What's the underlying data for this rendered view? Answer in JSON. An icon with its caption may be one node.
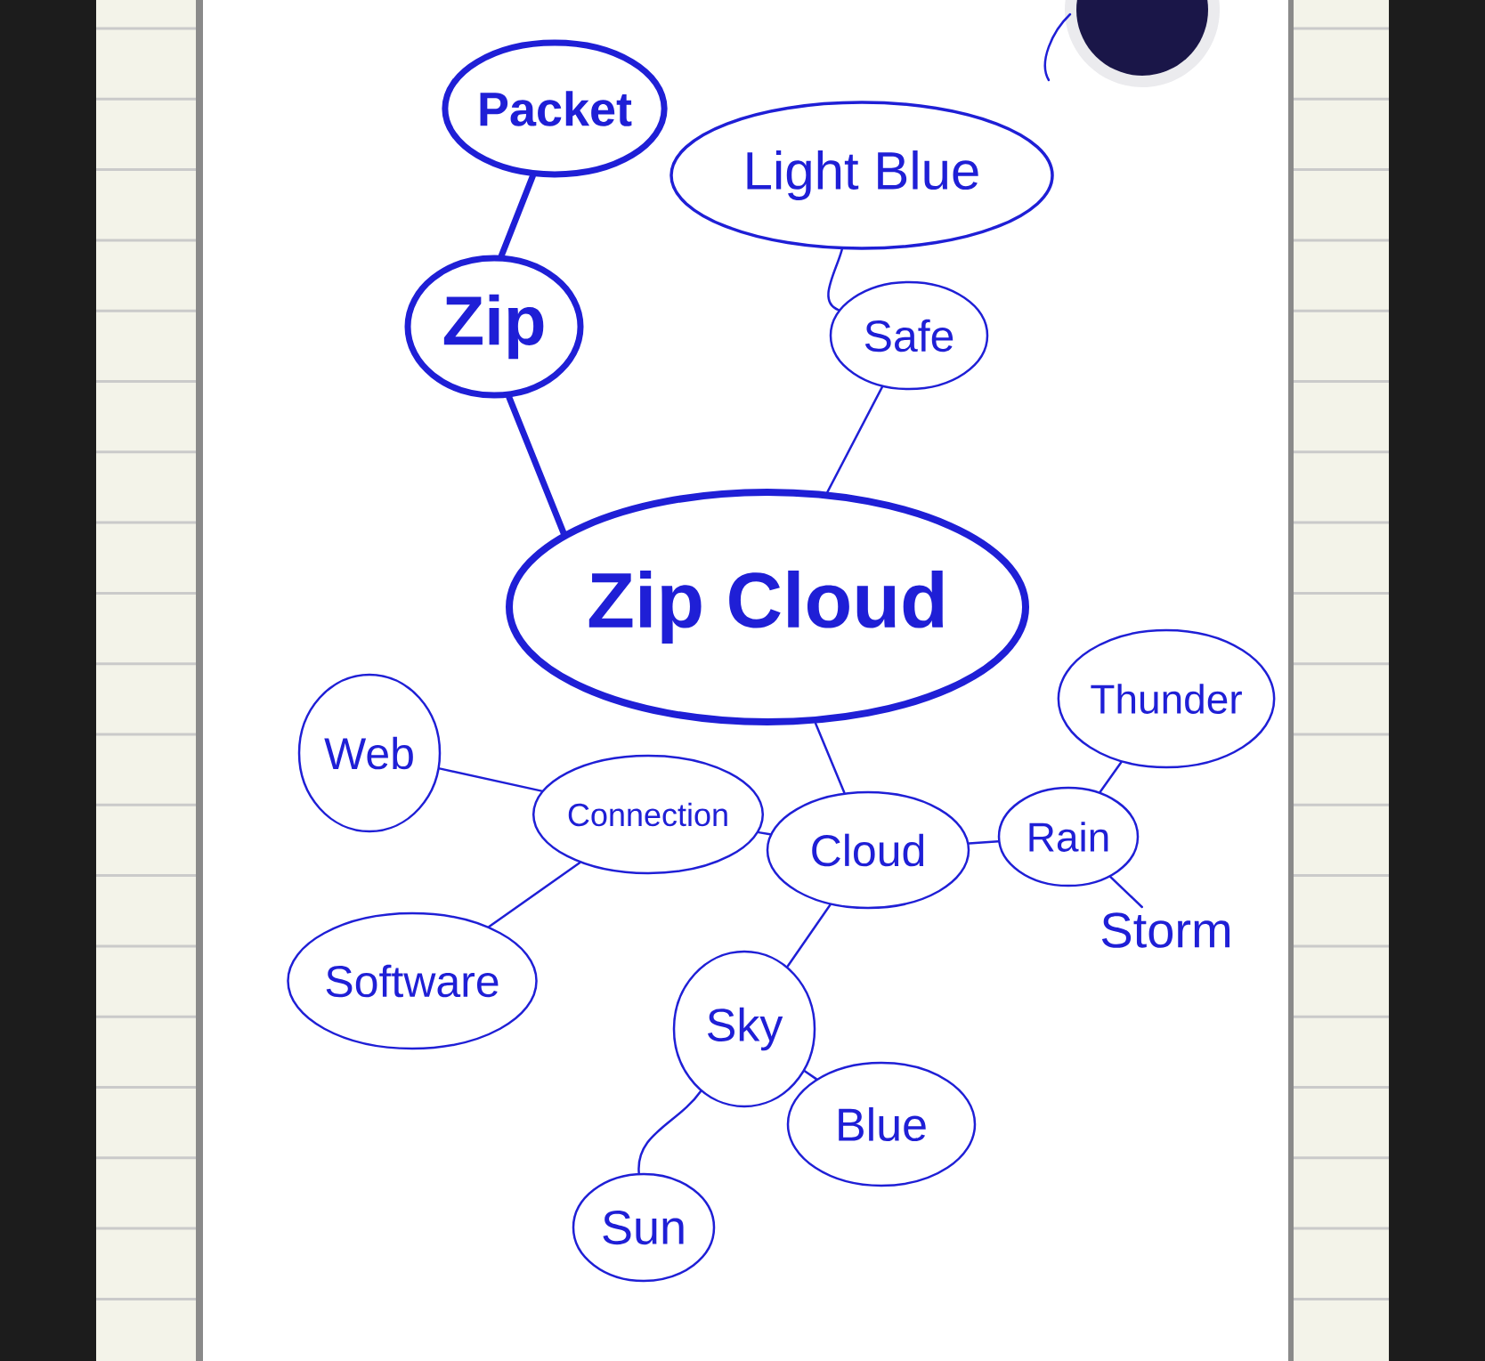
{
  "diagram": {
    "nodes": [
      {
        "text": [
          "Packet"
        ]
      },
      {
        "text": [
          "Light Blue"
        ]
      },
      {
        "text": [
          "Zip"
        ]
      },
      {
        "text": [
          "Safe"
        ]
      },
      {
        "text": [
          "Zip Cloud"
        ]
      },
      {
        "text": [
          "Web"
        ]
      },
      {
        "text": [
          "Thunder"
        ]
      },
      {
        "text": [
          "Connection"
        ]
      },
      {
        "text": [
          "Cloud"
        ]
      },
      {
        "text": [
          "Rain"
        ]
      },
      {
        "text": [
          "Storm"
        ]
      },
      {
        "text": [
          "Software"
        ]
      },
      {
        "text": [
          "Sky"
        ]
      },
      {
        "text": [
          "Blue"
        ]
      },
      {
        "text": [
          "Sun"
        ]
      }
    ],
    "edges": [
      {
        "from": 0,
        "to": 2,
        "arrow": "none",
        "style": "thick"
      },
      {
        "from": 2,
        "to": 4,
        "arrow": "none",
        "style": "thick"
      },
      {
        "from": 1,
        "to": 3,
        "arrow": "none"
      },
      {
        "from": 3,
        "to": 4,
        "arrow": "none"
      },
      {
        "from": 4,
        "to": 8,
        "arrow": "none"
      },
      {
        "from": 5,
        "to": 7,
        "arrow": "none"
      },
      {
        "from": 7,
        "to": 8,
        "arrow": "none"
      },
      {
        "from": 7,
        "to": 11,
        "arrow": "none"
      },
      {
        "from": 8,
        "to": 9,
        "arrow": "none"
      },
      {
        "from": 9,
        "to": 6,
        "arrow": "none"
      },
      {
        "from": 9,
        "to": 10,
        "arrow": "none"
      },
      {
        "from": 8,
        "to": 12,
        "arrow": "none"
      },
      {
        "from": 12,
        "to": 13,
        "arrow": "none"
      },
      {
        "from": 12,
        "to": 14,
        "arrow": "none"
      }
    ]
  }
}
